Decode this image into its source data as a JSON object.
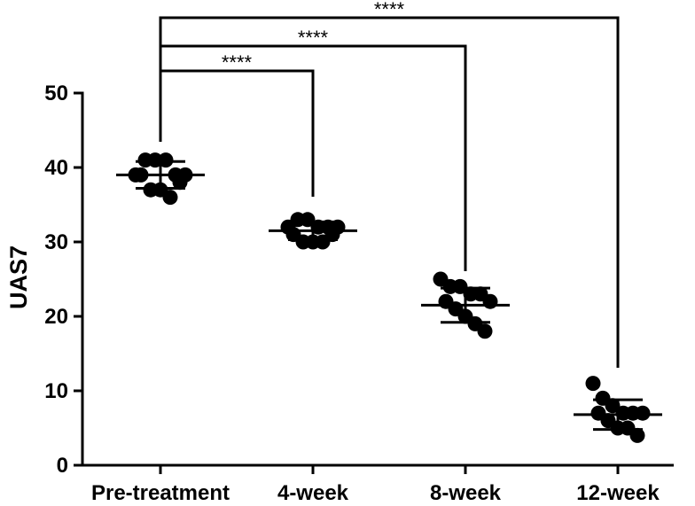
{
  "chart_data": {
    "type": "scatter",
    "title": "",
    "xlabel": "",
    "ylabel": "UAS7",
    "ylim": [
      0,
      50
    ],
    "yticks": [
      0,
      10,
      20,
      30,
      40,
      50
    ],
    "categories": [
      "Pre-treatment",
      "4-week",
      "8-week",
      "12-week"
    ],
    "grid": false,
    "legend": "none",
    "point_color": "#000000",
    "groups": [
      {
        "category": "Pre-treatment",
        "points": [
          39,
          41,
          41,
          41,
          39,
          39,
          39,
          37,
          37,
          36,
          38
        ],
        "mean": 39,
        "sd": 1.8
      },
      {
        "category": "4-week",
        "points": [
          32,
          33,
          33,
          32,
          32,
          32,
          31,
          30,
          30,
          30,
          31
        ],
        "mean": 31.5,
        "sd": 1.2
      },
      {
        "category": "8-week",
        "points": [
          25,
          24,
          24,
          23,
          23,
          22,
          22,
          21,
          20,
          19,
          18
        ],
        "mean": 21.5,
        "sd": 2.3
      },
      {
        "category": "12-week",
        "points": [
          11,
          9,
          8,
          7,
          7,
          7,
          7,
          6,
          5,
          5,
          4
        ],
        "mean": 6.8,
        "sd": 2.0
      }
    ],
    "comparisons": [
      {
        "from": "Pre-treatment",
        "to": "4-week",
        "label": "****"
      },
      {
        "from": "Pre-treatment",
        "to": "8-week",
        "label": "****"
      },
      {
        "from": "Pre-treatment",
        "to": "12-week",
        "label": "****"
      }
    ]
  }
}
